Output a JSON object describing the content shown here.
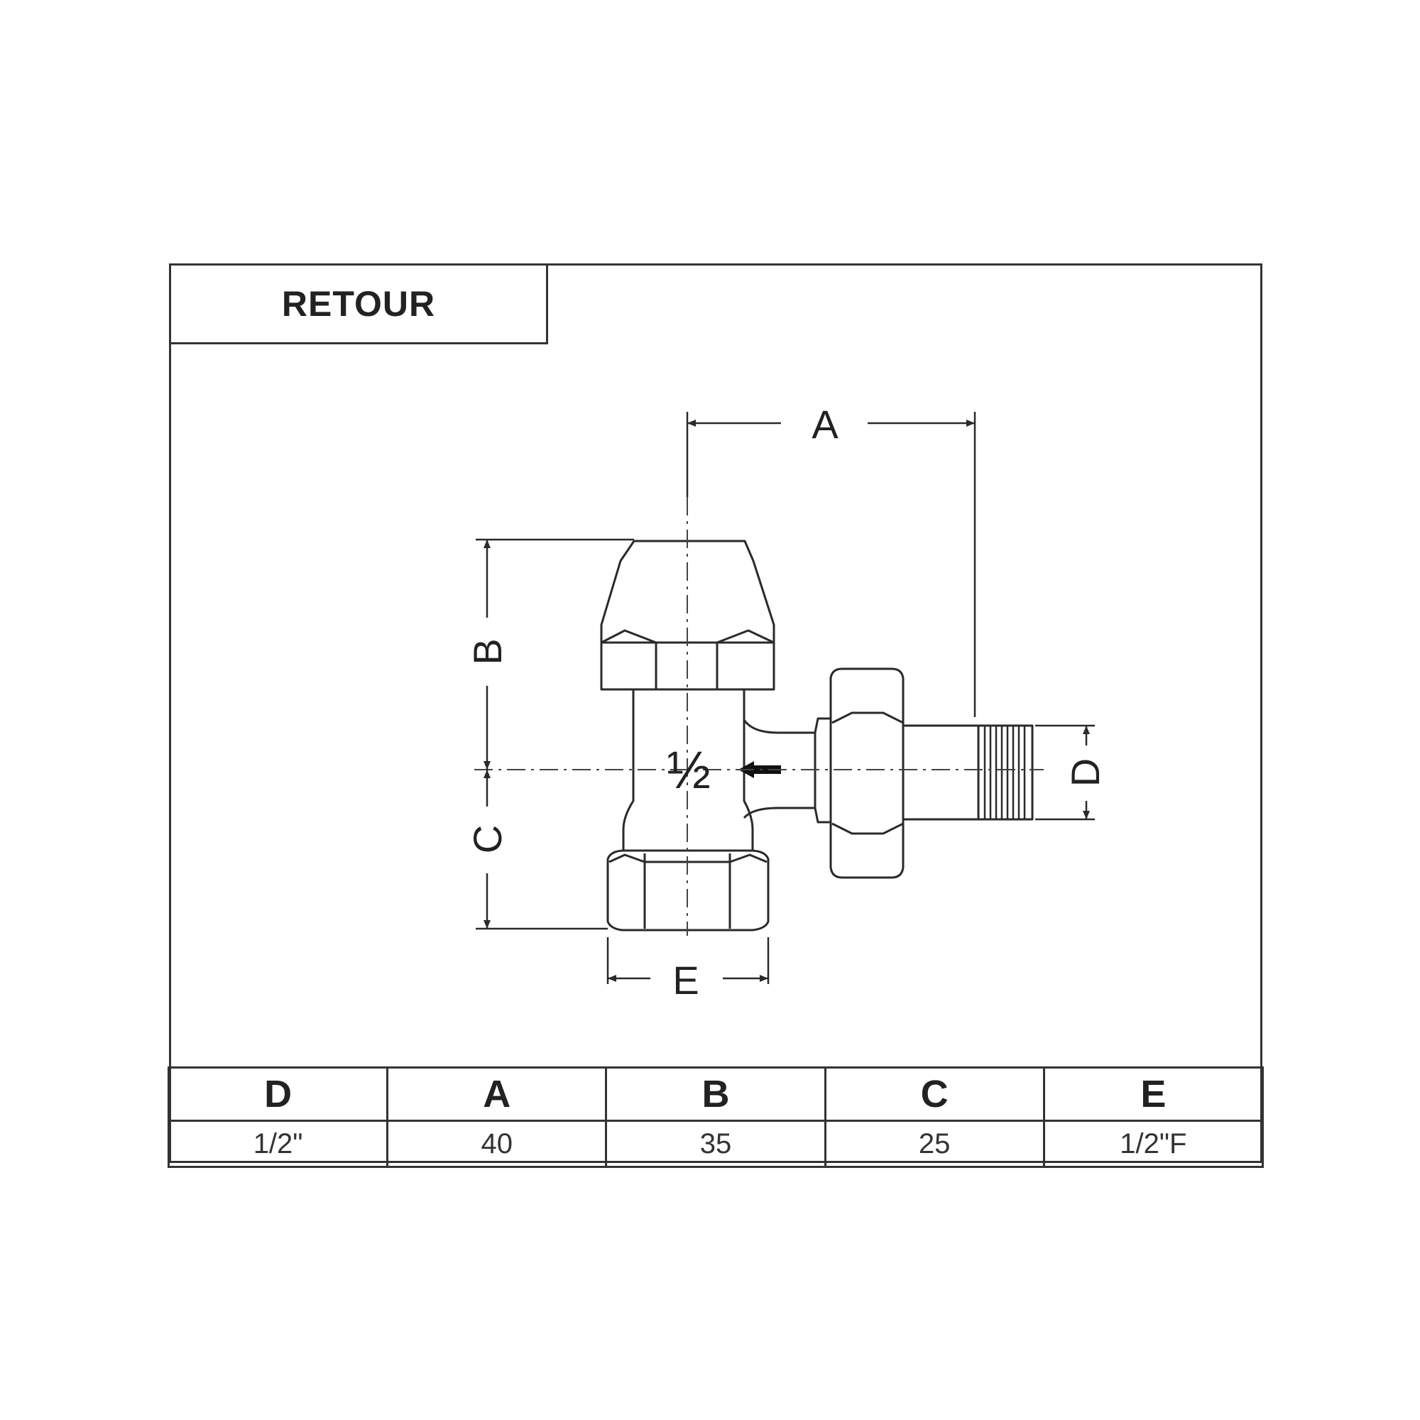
{
  "title": "RETOUR",
  "diagram": {
    "labels": {
      "A": "A",
      "B": "B",
      "C": "C",
      "D": "D",
      "E": "E",
      "size_marking": "½"
    }
  },
  "table": {
    "headers": [
      "D",
      "A",
      "B",
      "C",
      "E"
    ],
    "values": [
      "1/2\"",
      "40",
      "35",
      "25",
      "1/2\"F"
    ]
  }
}
